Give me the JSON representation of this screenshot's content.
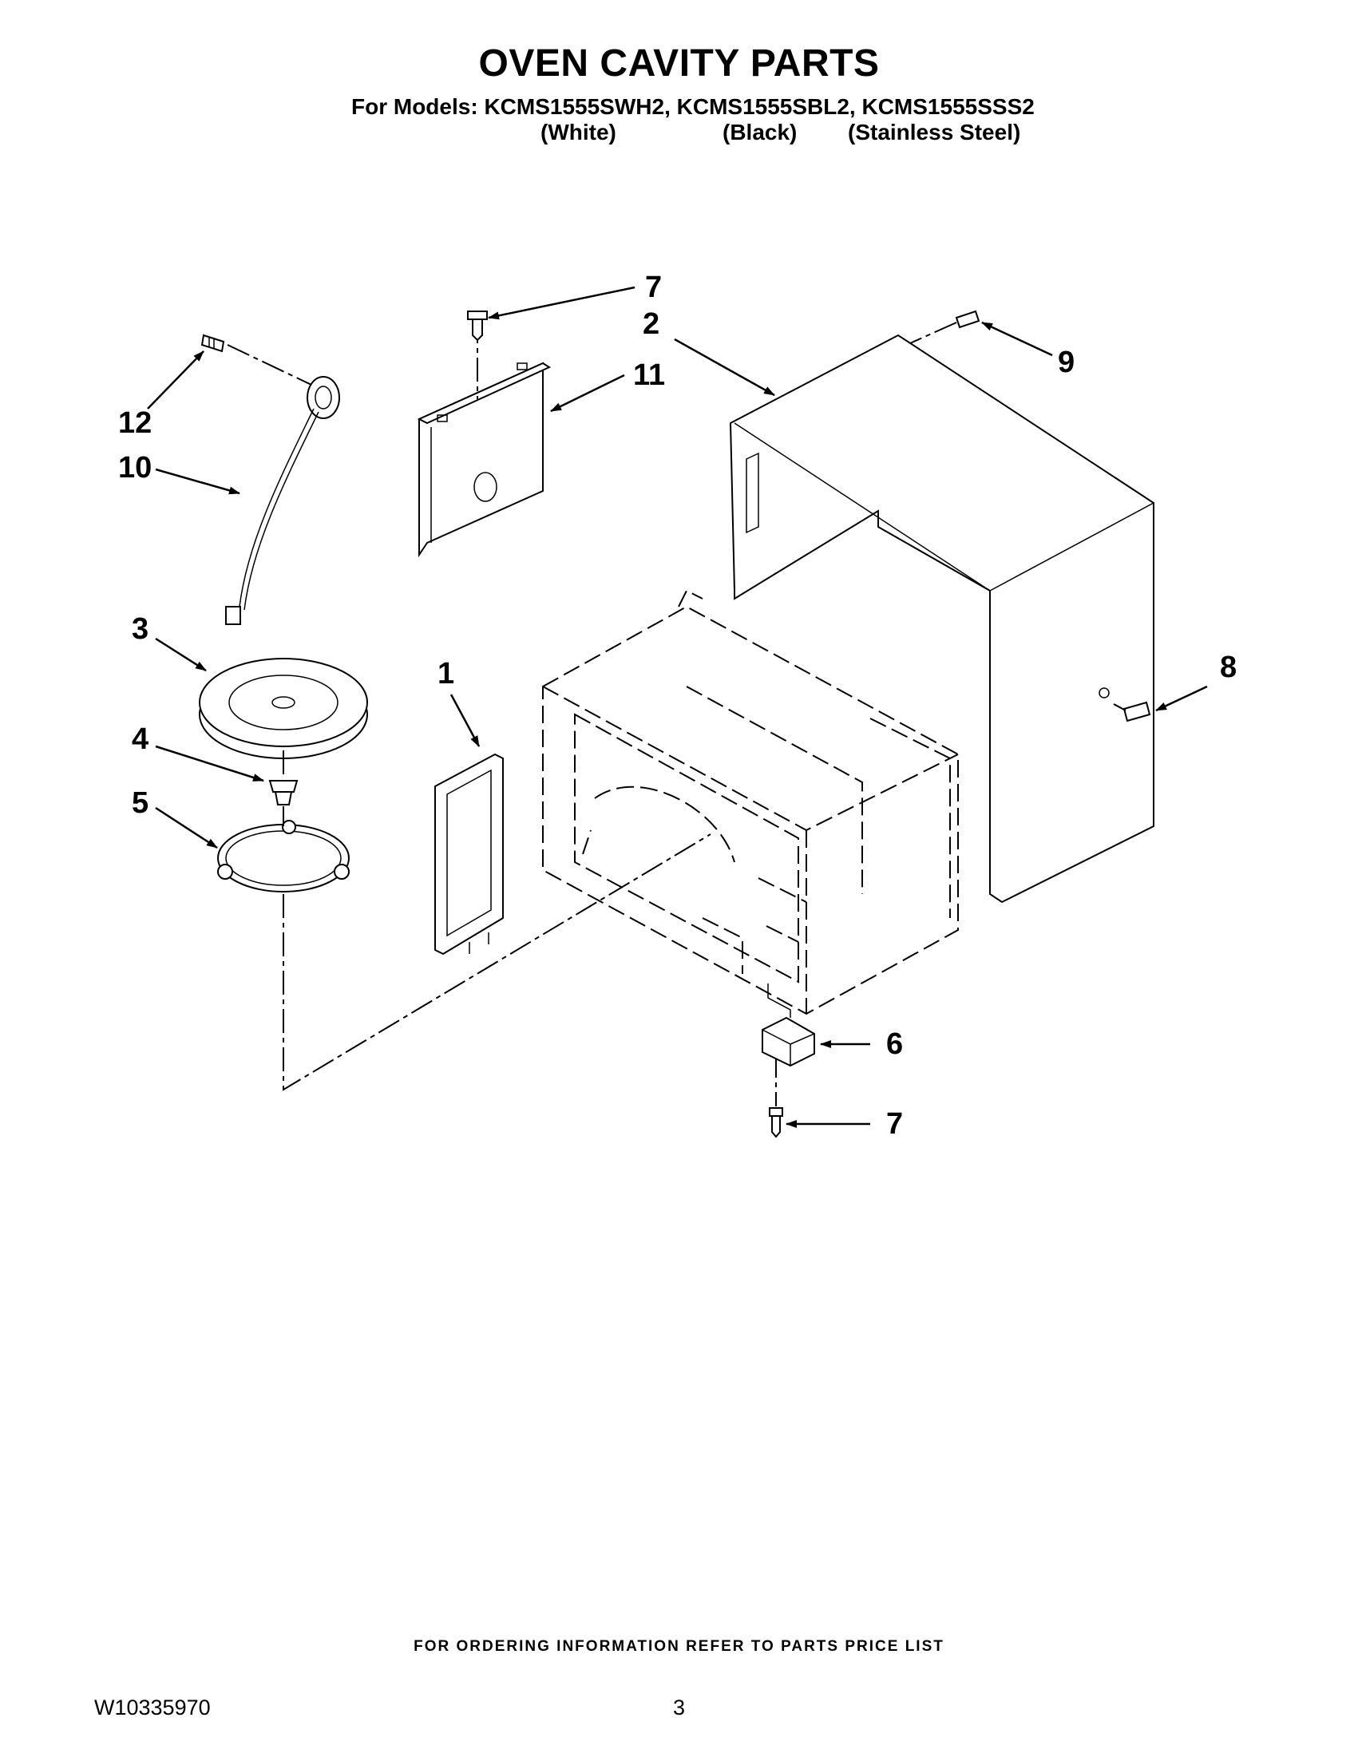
{
  "header": {
    "title": "OVEN CAVITY PARTS",
    "models_line": "For Models: KCMS1555SWH2, KCMS1555SBL2, KCMS1555SSS2",
    "variants": [
      "(White)",
      "(Black)",
      "(Stainless Steel)"
    ]
  },
  "callouts": [
    {
      "id": "1",
      "label": "1"
    },
    {
      "id": "2",
      "label": "2"
    },
    {
      "id": "3",
      "label": "3"
    },
    {
      "id": "4",
      "label": "4"
    },
    {
      "id": "5",
      "label": "5"
    },
    {
      "id": "6",
      "label": "6"
    },
    {
      "id": "7a",
      "label": "7"
    },
    {
      "id": "7b",
      "label": "7"
    },
    {
      "id": "8",
      "label": "8"
    },
    {
      "id": "9",
      "label": "9"
    },
    {
      "id": "10",
      "label": "10"
    },
    {
      "id": "11",
      "label": "11"
    },
    {
      "id": "12",
      "label": "12"
    }
  ],
  "footer": {
    "ordering_note": "FOR ORDERING INFORMATION REFER TO PARTS PRICE LIST",
    "document_number": "W10335970",
    "page_number": "3"
  }
}
